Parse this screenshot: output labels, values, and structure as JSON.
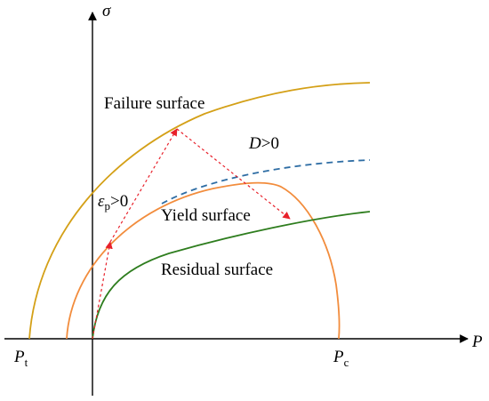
{
  "axes": {
    "y_label": "σ",
    "x_label": "P",
    "pt_main": "P",
    "pt_sub": "t",
    "pc_main": "P",
    "pc_sub": "c"
  },
  "labels": {
    "failure_surface": "Failure surface",
    "yield_surface": "Yield surface",
    "residual_surface": "Residual surface",
    "damage_var": "D",
    "damage_cond": ">0",
    "strain_var": "ε",
    "strain_sub": "p",
    "strain_cond": ">0"
  },
  "colors": {
    "failure_surface": "#D4A017",
    "yield_surface": "#F28C3C",
    "residual_surface": "#2E7D1E",
    "expanded_yield_dashed": "#2E6DA4",
    "load_path": "#E8202A",
    "axes": "#000000"
  }
}
